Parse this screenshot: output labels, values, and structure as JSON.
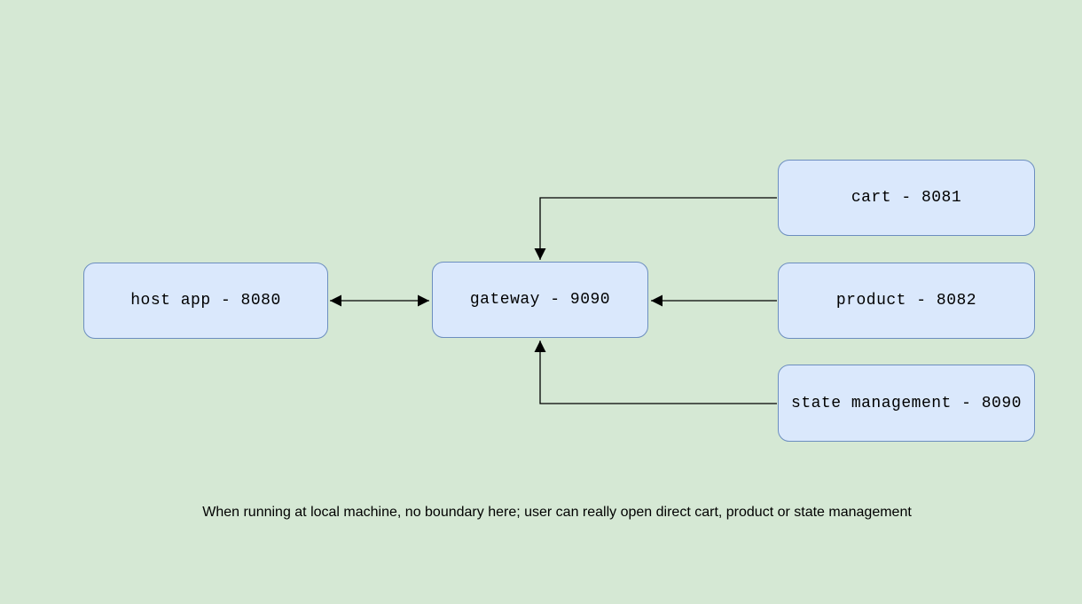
{
  "diagram": {
    "caption": "When running at local machine, no boundary here; user can really open direct cart, product or state management",
    "colors": {
      "background": "#d5e8d4",
      "node_fill": "#dae8fc",
      "node_border": "#6c8ebf",
      "connector": "#000000"
    },
    "nodes": {
      "host_app": {
        "label": "host app - 8080"
      },
      "gateway": {
        "label": "gateway - 9090"
      },
      "cart": {
        "label": "cart - 8081"
      },
      "product": {
        "label": "product - 8082"
      },
      "state_management": {
        "label": "state management - 8090"
      }
    },
    "edges": [
      {
        "from": "host app - 8080",
        "to": "gateway - 9090",
        "type": "bidirectional"
      },
      {
        "from": "cart - 8081",
        "to": "gateway - 9090",
        "type": "directed"
      },
      {
        "from": "product - 8082",
        "to": "gateway - 9090",
        "type": "directed"
      },
      {
        "from": "state management - 8090",
        "to": "gateway - 9090",
        "type": "directed"
      }
    ]
  }
}
